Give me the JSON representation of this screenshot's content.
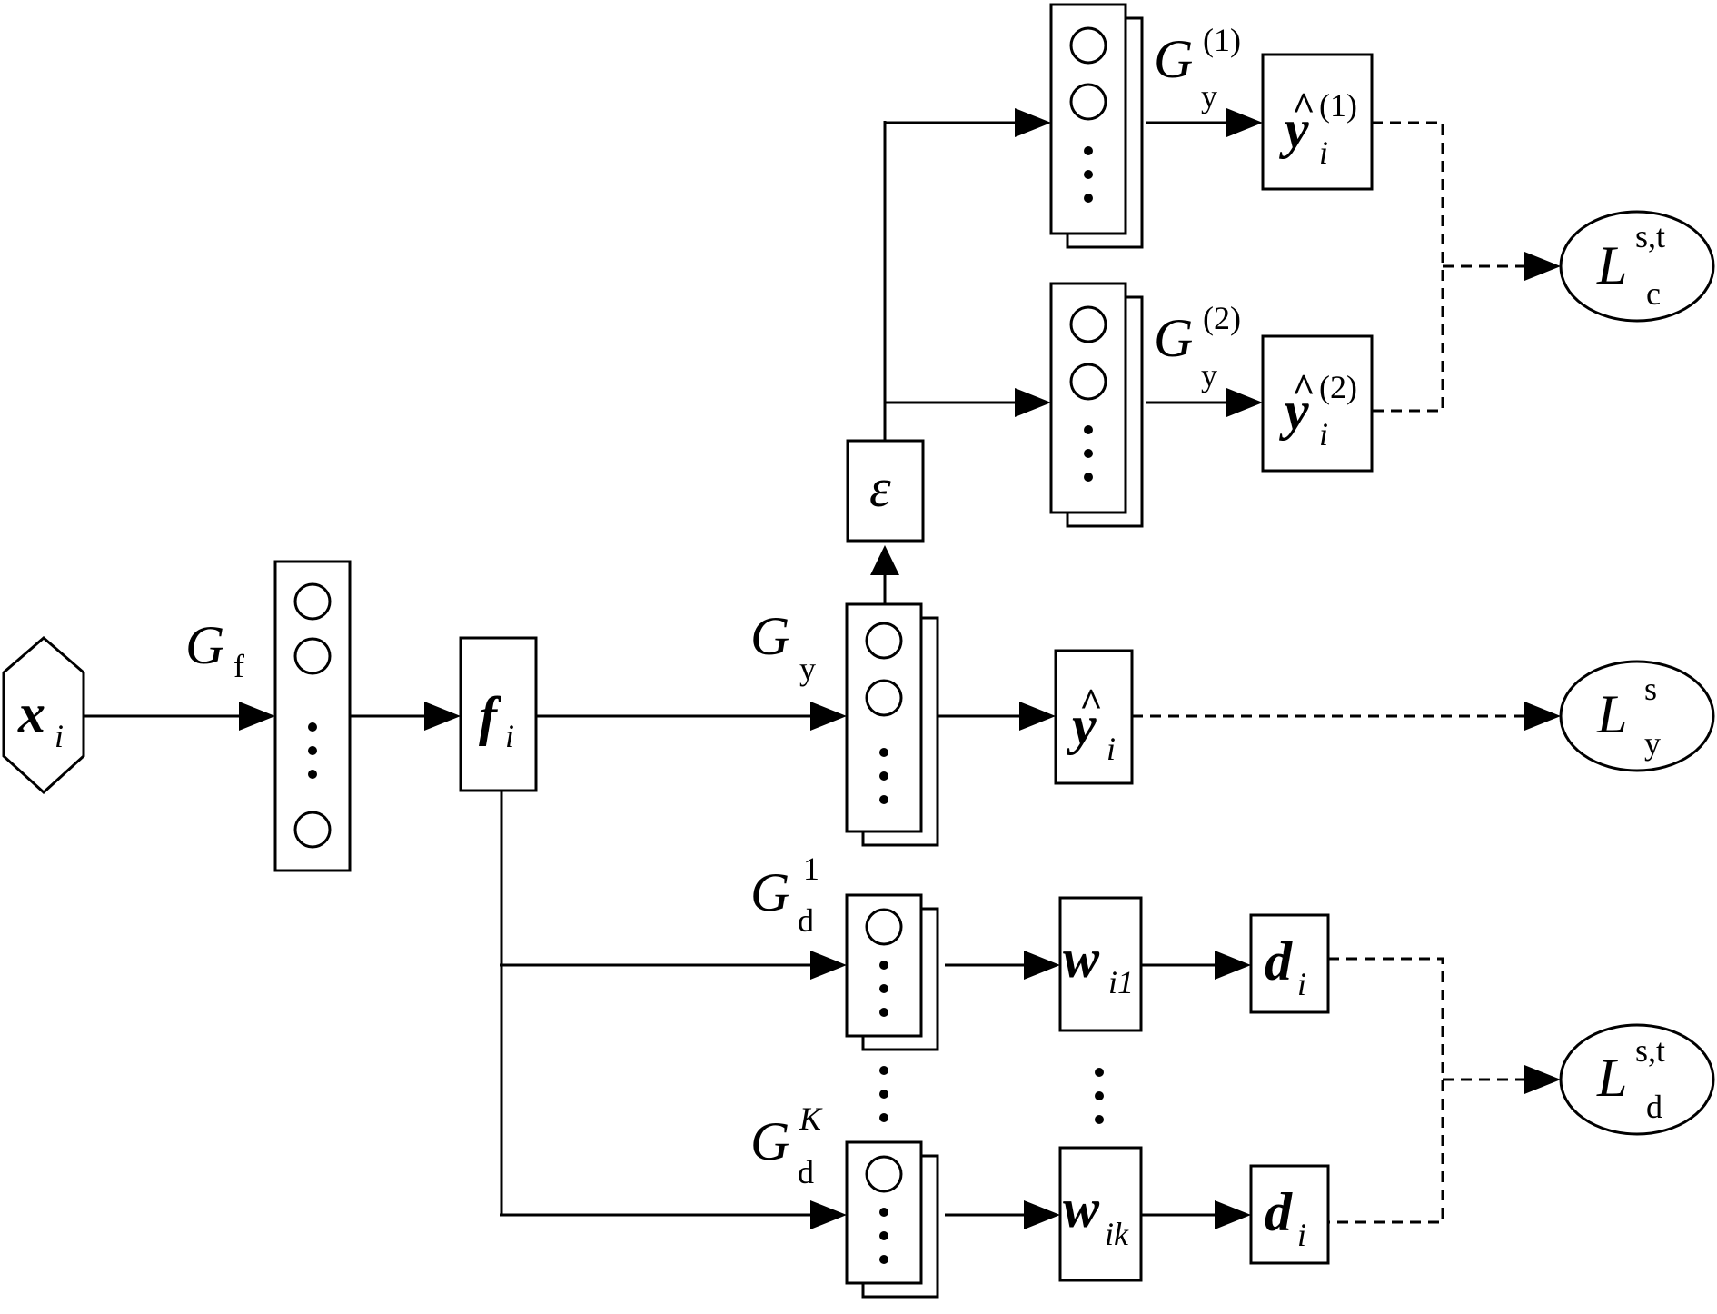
{
  "labels": {
    "G": "G",
    "L": "L",
    "x": "x",
    "f": "f",
    "y": "y",
    "w": "w",
    "d": "d",
    "epsilon": "ε",
    "hat": "^",
    "sub_f": "f",
    "sub_y": "y",
    "sub_d": "d",
    "sub_c": "c",
    "sub_i": "i",
    "sub_i1": "i1",
    "sub_ik": "ik",
    "sup_1p": "(1)",
    "sup_2p": "(2)",
    "sup_1": "1",
    "sup_K": "K",
    "sup_s": "s",
    "sup_st": "s,t"
  }
}
